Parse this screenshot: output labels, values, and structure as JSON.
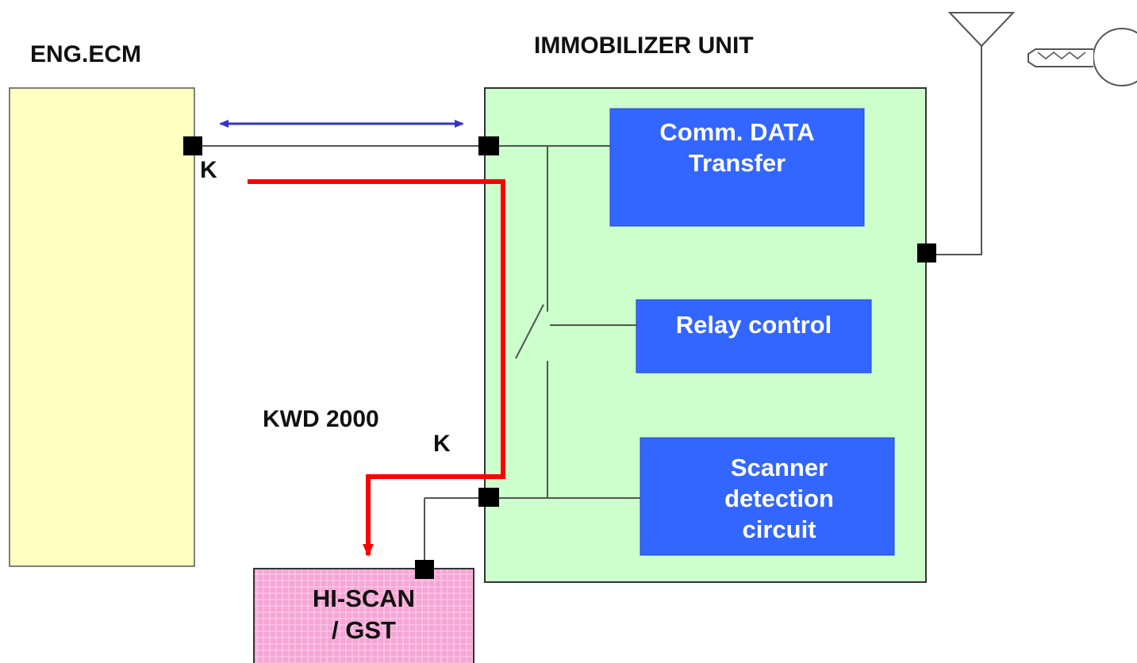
{
  "labels": {
    "eng_ecm": "ENG.ECM",
    "immobilizer_unit": "IMMOBILIZER UNIT",
    "k_top": "K",
    "k_bottom": "K",
    "kwd": "KWD 2000"
  },
  "blocks": {
    "comm_data_line1": "Comm. DATA",
    "comm_data_line2": "Transfer",
    "relay_control": "Relay control",
    "scanner_line1": "Scanner",
    "scanner_line2": "detection",
    "scanner_line3": "circuit",
    "hiscan_line1": "HI-SCAN",
    "hiscan_line2": "/ GST"
  },
  "colors": {
    "ecm_fill": "#ffffc0",
    "immobilizer_fill": "#ccffcc",
    "block_fill": "#3366ff",
    "hiscan_fill": "#f4a6d6",
    "bidirectional_arrow": "#3333cc",
    "kline_path": "#ff0000",
    "wire": "#555555",
    "connector": "#000000"
  },
  "icons": {
    "antenna": "antenna-icon",
    "key": "key-icon"
  }
}
